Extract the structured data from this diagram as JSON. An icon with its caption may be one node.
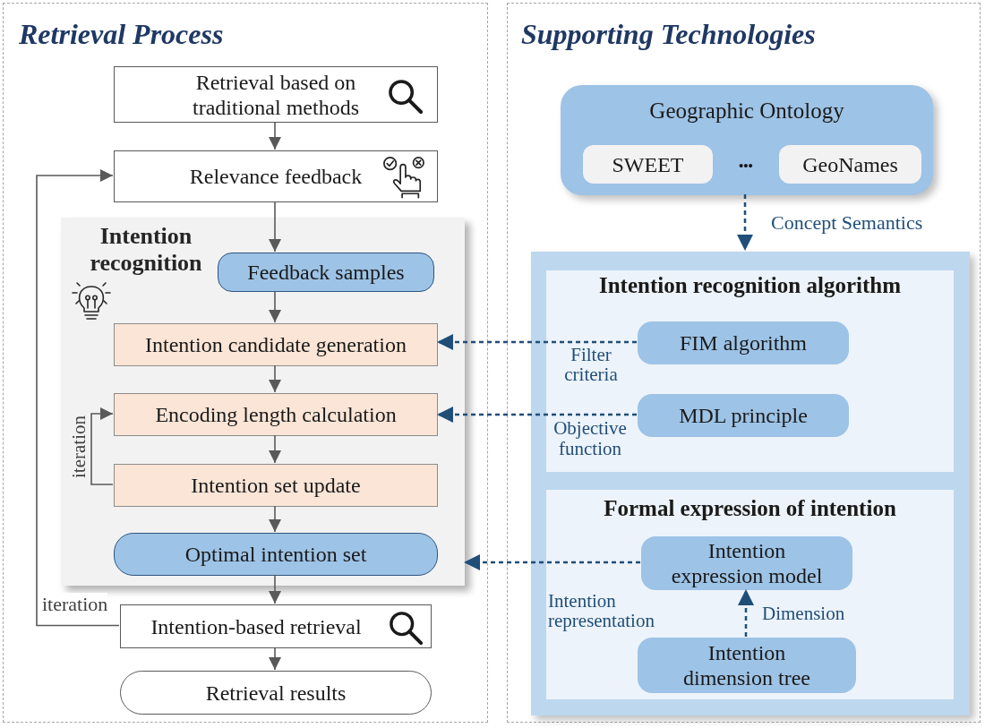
{
  "diagram": {
    "nodes": [
      {
        "text": [
          "Retrieval Process"
        ]
      },
      {
        "text": [
          "Supporting Technologies"
        ]
      },
      {
        "text": [
          "Retrieval based on traditional methods"
        ],
        "in": 0
      },
      {
        "text": [
          "Relevance feedback"
        ],
        "in": 0
      },
      {
        "text": [
          "Intention recognition"
        ],
        "in": 0
      },
      {
        "text": [
          "Feedback samples"
        ],
        "in": 4
      },
      {
        "text": [
          "Intention candidate generation"
        ],
        "in": 4
      },
      {
        "text": [
          "Encoding length calculation"
        ],
        "in": 4
      },
      {
        "text": [
          "Intention set update"
        ],
        "in": 4
      },
      {
        "text": [
          "Optimal intention set"
        ],
        "in": 4
      },
      {
        "text": [
          "Intention-based retrieval"
        ],
        "in": 0
      },
      {
        "text": [
          "Retrieval results"
        ],
        "in": 0
      },
      {
        "text": [
          "Geographic Ontology",
          "•••"
        ],
        "in": 1
      },
      {
        "text": [
          "SWEET"
        ],
        "in": 12
      },
      {
        "text": [
          "GeoNames"
        ],
        "in": 12
      },
      {
        "text": [],
        "shape": "box",
        "in": 1
      },
      {
        "text": [
          "Intention recognition algorithm"
        ],
        "in": 15
      },
      {
        "text": [
          "FIM algorithm"
        ],
        "in": 16
      },
      {
        "text": [
          "MDL principle"
        ],
        "in": 16
      },
      {
        "text": [
          "Formal expression of intention"
        ],
        "in": 15
      },
      {
        "text": [
          "Intention expression model"
        ],
        "in": 19
      },
      {
        "text": [
          "Intention dimension tree"
        ],
        "in": 19
      }
    ],
    "edges": [
      {
        "from": 2,
        "to": 3,
        "arrow": "to"
      },
      {
        "from": 3,
        "to": 5,
        "arrow": "to"
      },
      {
        "from": 5,
        "to": 6,
        "arrow": "to"
      },
      {
        "from": 6,
        "to": 7,
        "arrow": "to"
      },
      {
        "from": 7,
        "to": 8,
        "arrow": "to"
      },
      {
        "from": 8,
        "to": 7,
        "arrow": "to",
        "label": "iteration"
      },
      {
        "from": 8,
        "to": 9,
        "arrow": "to"
      },
      {
        "from": 9,
        "to": 10,
        "arrow": "to"
      },
      {
        "from": 10,
        "to": 11,
        "arrow": "to"
      },
      {
        "from": 10,
        "to": 3,
        "arrow": "to",
        "label": "iteration"
      },
      {
        "from": 12,
        "to": 15,
        "arrow": "to",
        "label": "Concept Semantics",
        "style": "dashed",
        "color": "#1f4e79"
      },
      {
        "from": 17,
        "to": 6,
        "arrow": "to",
        "label": "Filter criteria",
        "style": "dashed",
        "color": "#1f4e79"
      },
      {
        "from": 18,
        "to": 7,
        "arrow": "to",
        "label": "Objective function",
        "style": "dashed",
        "color": "#1f4e79"
      },
      {
        "from": 20,
        "to": 4,
        "arrow": "to",
        "label": "Intention representation",
        "style": "dashed",
        "color": "#1f4e79"
      },
      {
        "from": 21,
        "to": 20,
        "arrow": "to",
        "label": "Dimension",
        "style": "dashed",
        "color": "#1f4e79"
      }
    ]
  }
}
